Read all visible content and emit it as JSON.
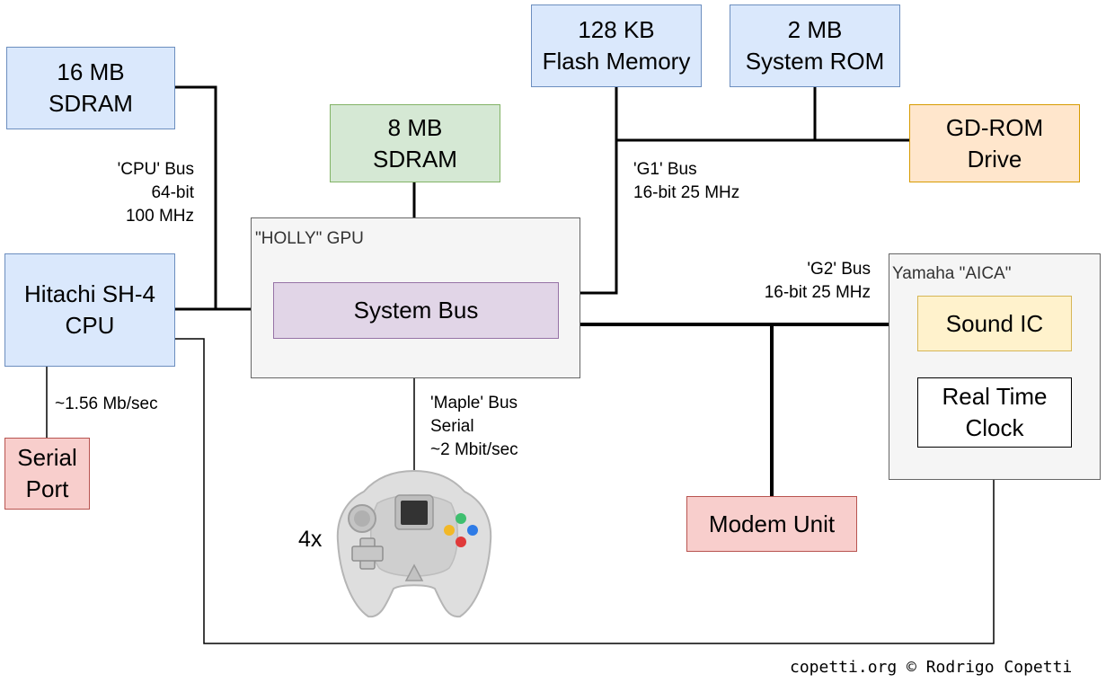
{
  "boxes": {
    "sdram16": "16 MB\nSDRAM",
    "sdram8": "8 MB\nSDRAM",
    "flash": "128 KB\nFlash Memory",
    "sysrom": "2 MB\nSystem ROM",
    "gdrom": "GD-ROM\nDrive",
    "cpu": "Hitachi SH-4\nCPU",
    "systembus": "System Bus",
    "serial": "Serial\nPort",
    "modem": "Modem Unit",
    "soundic": "Sound IC",
    "rtc": "Real Time\nClock"
  },
  "containers": {
    "holly": "\"HOLLY\" GPU",
    "aica": "Yamaha \"AICA\""
  },
  "labels": {
    "cpu_bus": "'CPU' Bus\n64-bit\n100 MHz",
    "g1_bus": "'G1' Bus\n16-bit 25 MHz",
    "g2_bus": "'G2' Bus\n16-bit 25 MHz",
    "maple_bus": "'Maple' Bus\nSerial\n~2 Mbit/sec",
    "serial_rate": "~1.56 Mb/sec",
    "controller_count": "4x"
  },
  "credit": "copetti.org © Rodrigo Copetti",
  "icons": [
    "gamepad-icon"
  ]
}
